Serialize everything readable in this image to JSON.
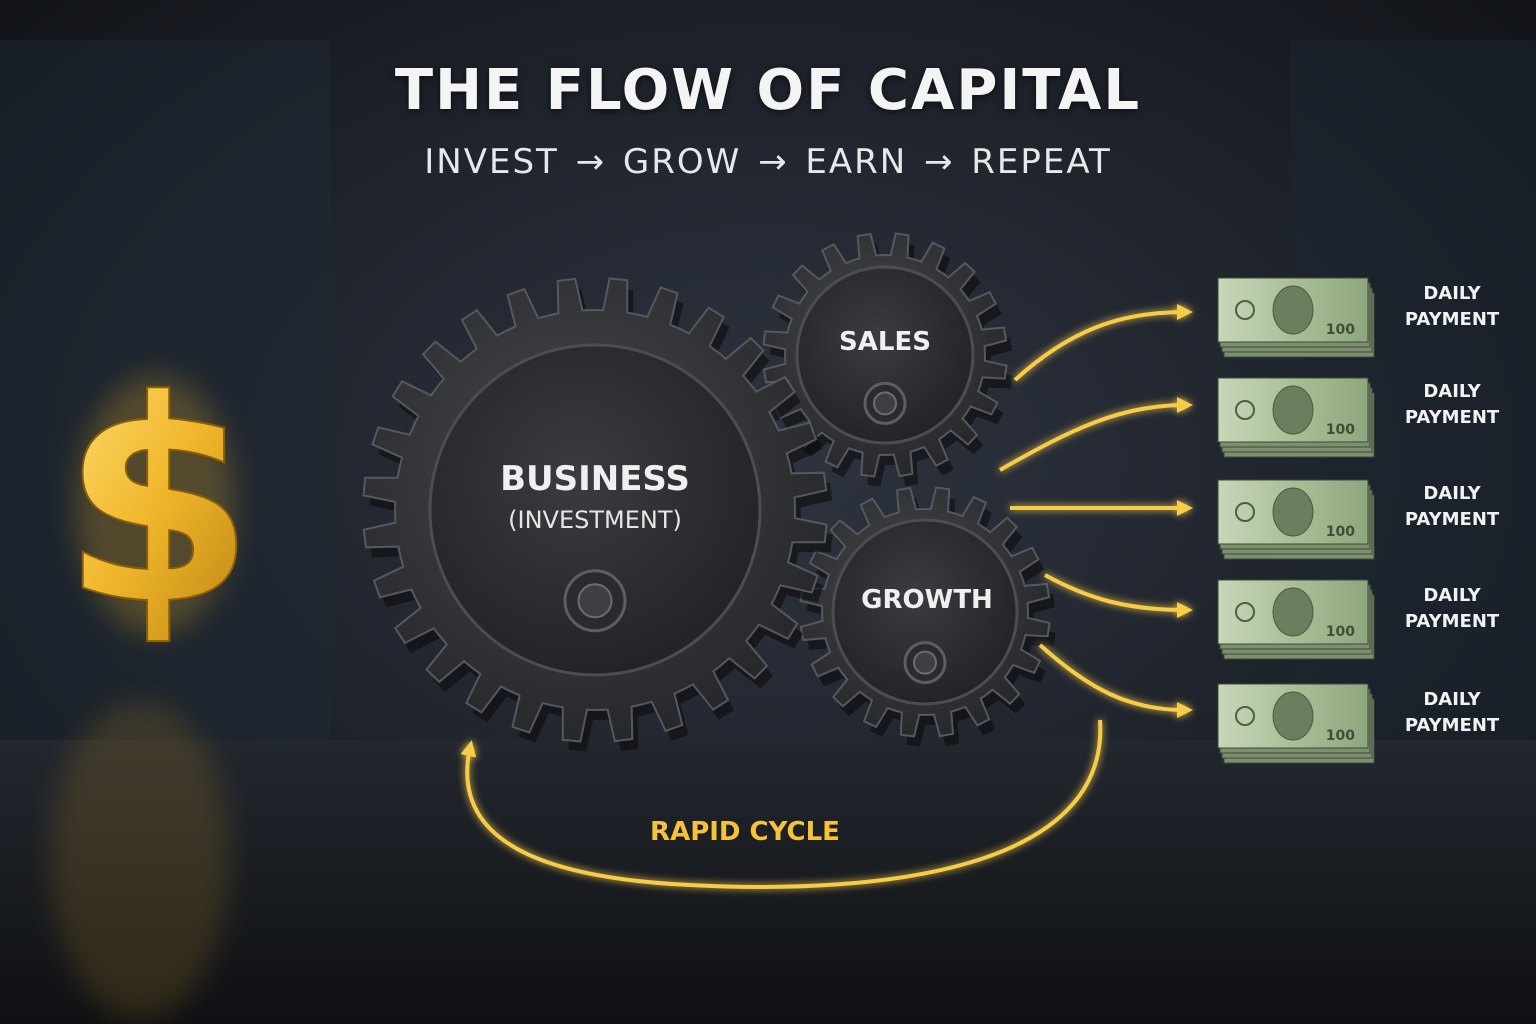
{
  "title": "THE FLOW OF CAPITAL",
  "subtitle": "INVEST → GROW → EARN → REPEAT",
  "gears": {
    "business": {
      "line1": "BUSINESS",
      "line2": "(INVESTMENT)"
    },
    "sales": {
      "label": "SALES"
    },
    "growth": {
      "label": "GROWTH"
    }
  },
  "cycle_label": "RAPID CYCLE",
  "payments": [
    {
      "line1": "DAILY",
      "line2": "PAYMENT"
    },
    {
      "line1": "DAILY",
      "line2": "PAYMENT"
    },
    {
      "line1": "DAILY",
      "line2": "PAYMENT"
    },
    {
      "line1": "DAILY",
      "line2": "PAYMENT"
    },
    {
      "line1": "DAILY",
      "line2": "PAYMENT"
    }
  ],
  "bill_denomination": "100",
  "icons": [
    "dollar-sign-icon",
    "gear-icon",
    "money-stack-icon",
    "arrow-icon",
    "cycle-arrow-icon"
  ],
  "colors": {
    "background": "#16191f",
    "gold": "#f5c23a",
    "gear": "#2b2d31",
    "text": "#f4f4f4",
    "bill": "#9bb48a"
  }
}
